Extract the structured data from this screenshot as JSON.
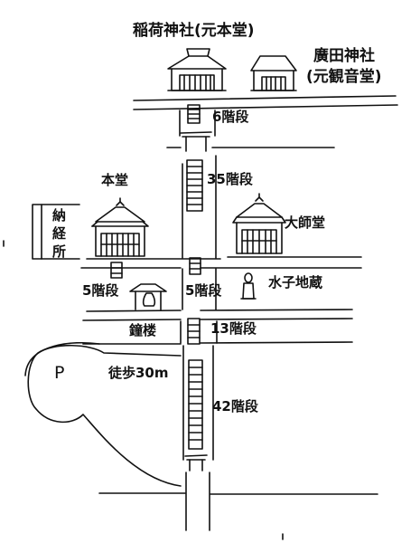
{
  "map": {
    "line_color": "#111111",
    "background": "#ffffff"
  },
  "buildings": {
    "inari": "稲荷神社(元本堂)",
    "hirota_line1": "廣田神社",
    "hirota_line2": "(元観音堂)",
    "hondo": "本堂",
    "daishido": "大師堂",
    "noukyousho": "納経所",
    "mizuko_jizo": "水子地蔵",
    "shourou": "鐘楼"
  },
  "stairs": {
    "s6": "6階段",
    "s35": "35階段",
    "s5_left": "5階段",
    "s5_center": "5階段",
    "s13": "13階段",
    "s42": "42階段"
  },
  "parking": {
    "symbol": "P",
    "walk": "徒歩30m"
  }
}
